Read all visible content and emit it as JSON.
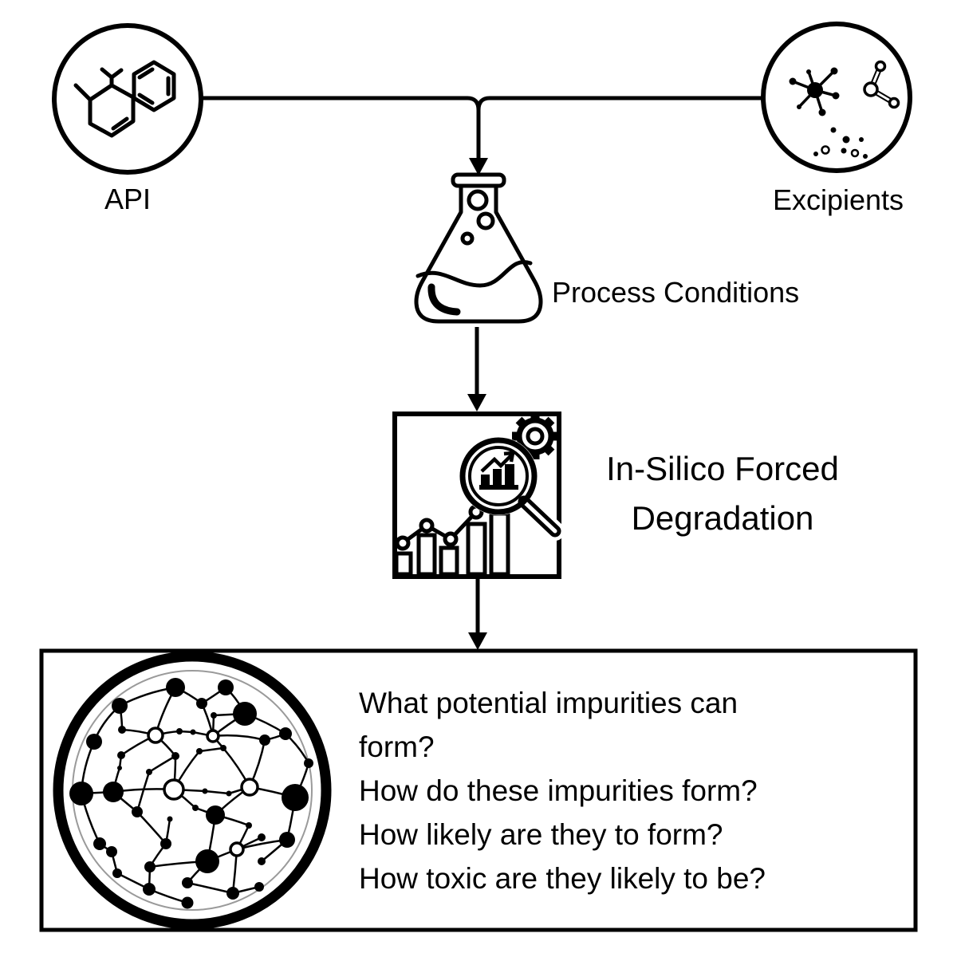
{
  "diagram": {
    "api": {
      "label": "API",
      "icon": "api-molecule-icon"
    },
    "excipients": {
      "label": "Excipients",
      "icon": "excipients-molecules-icon"
    },
    "process_conditions": {
      "label": "Process Conditions",
      "icon": "flask-icon"
    },
    "in_silico": {
      "label": "In-Silico Forced Degradation",
      "icon": "analysis-magnifier-chart-gear-icon"
    },
    "results": {
      "icon": "impurity-network-icon",
      "questions": [
        "What potential impurities can form?",
        "How do these impurities form?",
        "How likely are they to form?",
        "How toxic are they likely to be?"
      ]
    },
    "colors": {
      "ink": "#000000",
      "background": "#ffffff",
      "sketch_ring": "#9a9a9a"
    }
  }
}
